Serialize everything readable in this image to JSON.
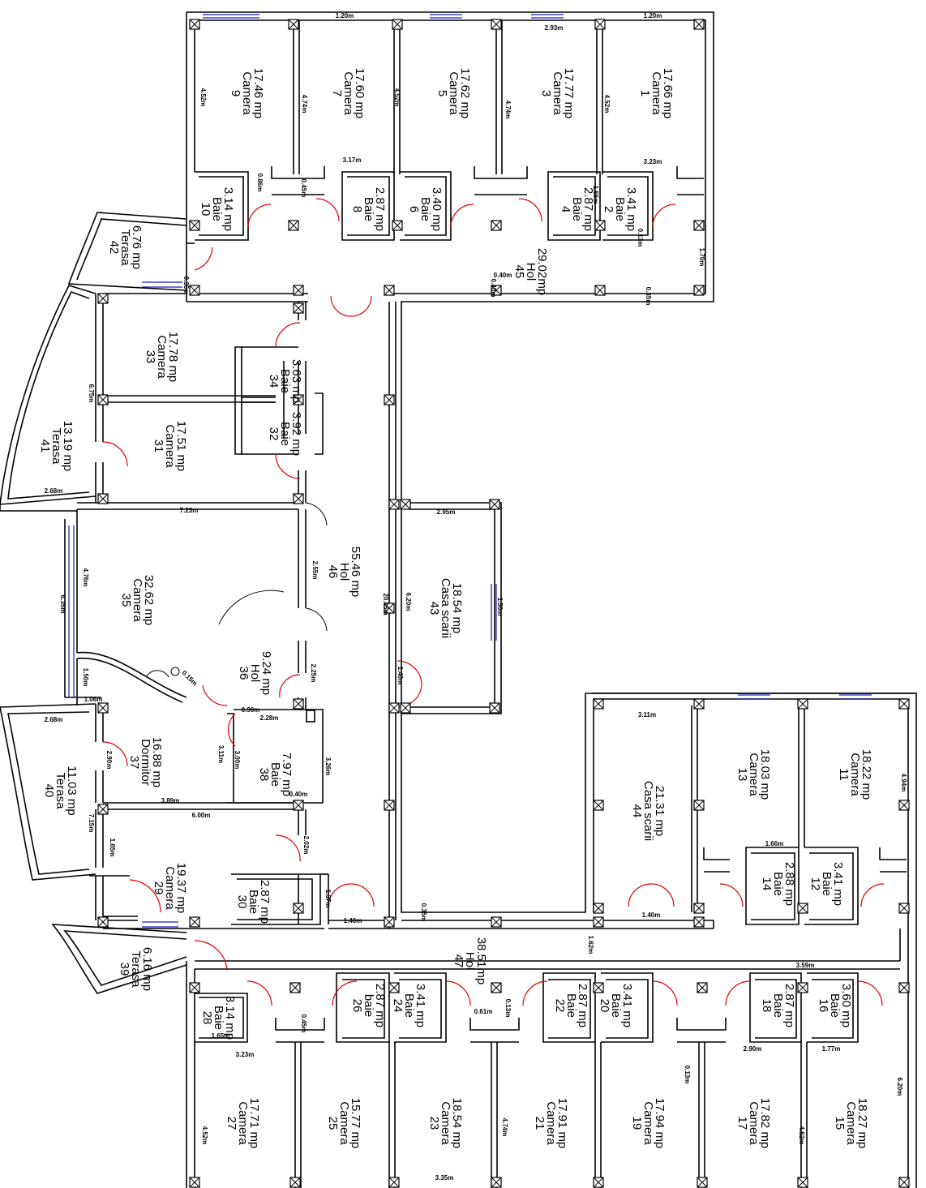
{
  "colors": {
    "wall": "#000000",
    "door": "#e00000",
    "window": "#1a1ab0",
    "background": "#ffffff"
  },
  "icons": {
    "column": "column-cross-icon"
  },
  "rooms": [
    {
      "id": "1",
      "lines": [
        "1",
        "Camera",
        "17.66 mp"
      ]
    },
    {
      "id": "3",
      "lines": [
        "3",
        "Camera",
        "17.77 mp"
      ]
    },
    {
      "id": "5",
      "lines": [
        "5",
        "Camera",
        "17.62 mp"
      ]
    },
    {
      "id": "7",
      "lines": [
        "7",
        "Camera",
        "17.60 mp"
      ]
    },
    {
      "id": "9",
      "lines": [
        "9",
        "Camera",
        "17.46 mp"
      ]
    },
    {
      "id": "2",
      "lines": [
        "2",
        "Baie",
        "3.41 mp"
      ]
    },
    {
      "id": "4",
      "lines": [
        "4",
        "Baie",
        "2.87 mp"
      ]
    },
    {
      "id": "6",
      "lines": [
        "6",
        "Baie",
        "3.40 mp"
      ]
    },
    {
      "id": "8",
      "lines": [
        "8",
        "Baie",
        "2.87 mp"
      ]
    },
    {
      "id": "10",
      "lines": [
        "10",
        "Baie",
        "3.14 mp"
      ]
    },
    {
      "id": "42",
      "lines": [
        "42",
        "Terasa",
        "6.76 mp"
      ]
    },
    {
      "id": "45",
      "lines": [
        "45",
        "Hol",
        "29.02mp"
      ]
    },
    {
      "id": "33",
      "lines": [
        "33",
        "Camera",
        "17.78 mp"
      ]
    },
    {
      "id": "34",
      "lines": [
        "34",
        "Baie",
        "3.63 mp"
      ]
    },
    {
      "id": "32",
      "lines": [
        "32",
        "Baie",
        "3.92 mp"
      ]
    },
    {
      "id": "31",
      "lines": [
        "31",
        "Camera",
        "17.51 mp"
      ]
    },
    {
      "id": "41",
      "lines": [
        "41",
        "Terasa",
        "13.19 mp"
      ]
    },
    {
      "id": "35",
      "lines": [
        "35",
        "Camera",
        "32.62 mp"
      ]
    },
    {
      "id": "46",
      "lines": [
        "46",
        "Hol",
        "55.46 mp"
      ]
    },
    {
      "id": "43",
      "lines": [
        "43",
        "Casa scarii",
        "18.54 mp"
      ]
    },
    {
      "id": "36",
      "lines": [
        "36",
        "Hol",
        "9.24 mp"
      ]
    },
    {
      "id": "37",
      "lines": [
        "37",
        "Dormitor",
        "16.88 mp"
      ]
    },
    {
      "id": "38",
      "lines": [
        "38",
        "Baie",
        "7.97 mp"
      ]
    },
    {
      "id": "40",
      "lines": [
        "40",
        "Terasa",
        "11.03 mp"
      ]
    },
    {
      "id": "29",
      "lines": [
        "29",
        "Camera",
        "19.37 mp"
      ]
    },
    {
      "id": "30",
      "lines": [
        "30",
        "Baie",
        "2.87 mp"
      ]
    },
    {
      "id": "44",
      "lines": [
        "44",
        "Casa scarii",
        "21.31 mp"
      ]
    },
    {
      "id": "13",
      "lines": [
        "13",
        "Camera",
        "18.03 mp"
      ]
    },
    {
      "id": "11",
      "lines": [
        "11",
        "Camera",
        "18.22 mp"
      ]
    },
    {
      "id": "14",
      "lines": [
        "14",
        "Baie",
        "2.88 mp"
      ]
    },
    {
      "id": "12",
      "lines": [
        "12",
        "Baie",
        "3.41 mp"
      ]
    },
    {
      "id": "39",
      "lines": [
        "39",
        "Terasa",
        "6.16 mp"
      ]
    },
    {
      "id": "47",
      "lines": [
        "47",
        "Hol",
        "38.51mp"
      ]
    },
    {
      "id": "28",
      "lines": [
        "28",
        "Baie",
        "3.14 mp"
      ]
    },
    {
      "id": "26",
      "lines": [
        "26",
        "baie",
        "2.87 mp"
      ]
    },
    {
      "id": "24",
      "lines": [
        "24",
        "Baie",
        "3.41 mp"
      ]
    },
    {
      "id": "22",
      "lines": [
        "22",
        "Baie",
        "2.87 mp"
      ]
    },
    {
      "id": "20",
      "lines": [
        "20",
        "Baie",
        "3.41 mp"
      ]
    },
    {
      "id": "18",
      "lines": [
        "18",
        "Baie",
        "2.87 mp"
      ]
    },
    {
      "id": "16",
      "lines": [
        "16",
        "Baie",
        "3.60 mp"
      ]
    },
    {
      "id": "27",
      "lines": [
        "27",
        "Camera",
        "17.71 mp"
      ]
    },
    {
      "id": "25",
      "lines": [
        "25",
        "Camera",
        "15.77 mp"
      ]
    },
    {
      "id": "23",
      "lines": [
        "23",
        "Camera",
        "18.54 mp"
      ]
    },
    {
      "id": "21",
      "lines": [
        "21",
        "Camera",
        "17.91 mp"
      ]
    },
    {
      "id": "19",
      "lines": [
        "19",
        "Camera",
        "17.94 mp"
      ]
    },
    {
      "id": "17",
      "lines": [
        "17",
        "Camera",
        "17.82 mp"
      ]
    },
    {
      "id": "15",
      "lines": [
        "15",
        "Camera",
        "18.27 mp"
      ]
    }
  ],
  "dimensions": [
    "1.20m",
    "2.93m",
    "1.20m",
    "4.52m",
    "4.74m",
    "4.52m",
    "4.74m",
    "4.52m",
    "3.17m",
    "3.23m",
    "0.86m",
    "0.45m",
    "1.55m",
    "0.13m",
    "1.70m",
    "0.35m",
    "0.40m",
    "0.40m",
    "0.35m",
    "6.75m",
    "2.68m",
    "7.23m",
    "2.95m",
    "4.76m",
    "6.35m",
    "2.55m",
    "20.05m",
    "6.20m",
    "1.50m",
    "1.40m",
    "2.25m",
    "1.50m",
    "1.06m",
    "0.15m",
    "0.90m",
    "2.28m",
    "2.68m",
    "2.90m",
    "3.11m",
    "3.00m",
    "3.26m",
    "3.89m",
    "6.00m",
    "0.40m",
    "7.15m",
    "1.65m",
    "2.02m",
    "1.37m",
    "1.40m",
    "0.35m",
    "3.11m",
    "4.94m",
    "1.66m",
    "1.40m",
    "1.62m",
    "3.59m",
    "0.61m",
    "0.13m",
    "1.65m",
    "0.45m",
    "3.23m",
    "2.90m",
    "1.77m",
    "6.20m",
    "4.52m",
    "4.74m",
    "0.13m",
    "4.52m",
    "3.35m"
  ]
}
